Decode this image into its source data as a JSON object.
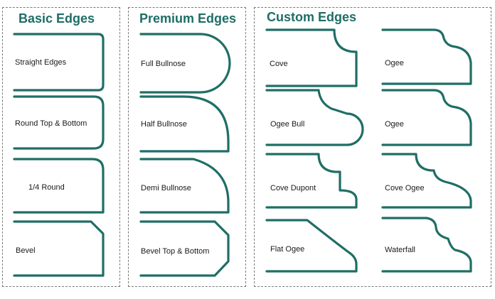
{
  "accent_color": "#1f6e66",
  "sections": {
    "basic": {
      "title": "Basic Edges",
      "items": [
        "Straight Edges",
        "Round Top & Bottom",
        "1/4 Round",
        "Bevel"
      ]
    },
    "premium": {
      "title": "Premium Edges",
      "items": [
        "Full Bullnose",
        "Half Bullnose",
        "Demi Bullnose",
        "Bevel Top & Bottom"
      ]
    },
    "custom": {
      "title": "Custom Edges",
      "items": [
        "Cove",
        "Ogee",
        "Ogee Bull",
        "Ogee",
        "Cove Dupont",
        "Cove Ogee",
        "Flat Ogee",
        "Waterfall"
      ]
    }
  }
}
